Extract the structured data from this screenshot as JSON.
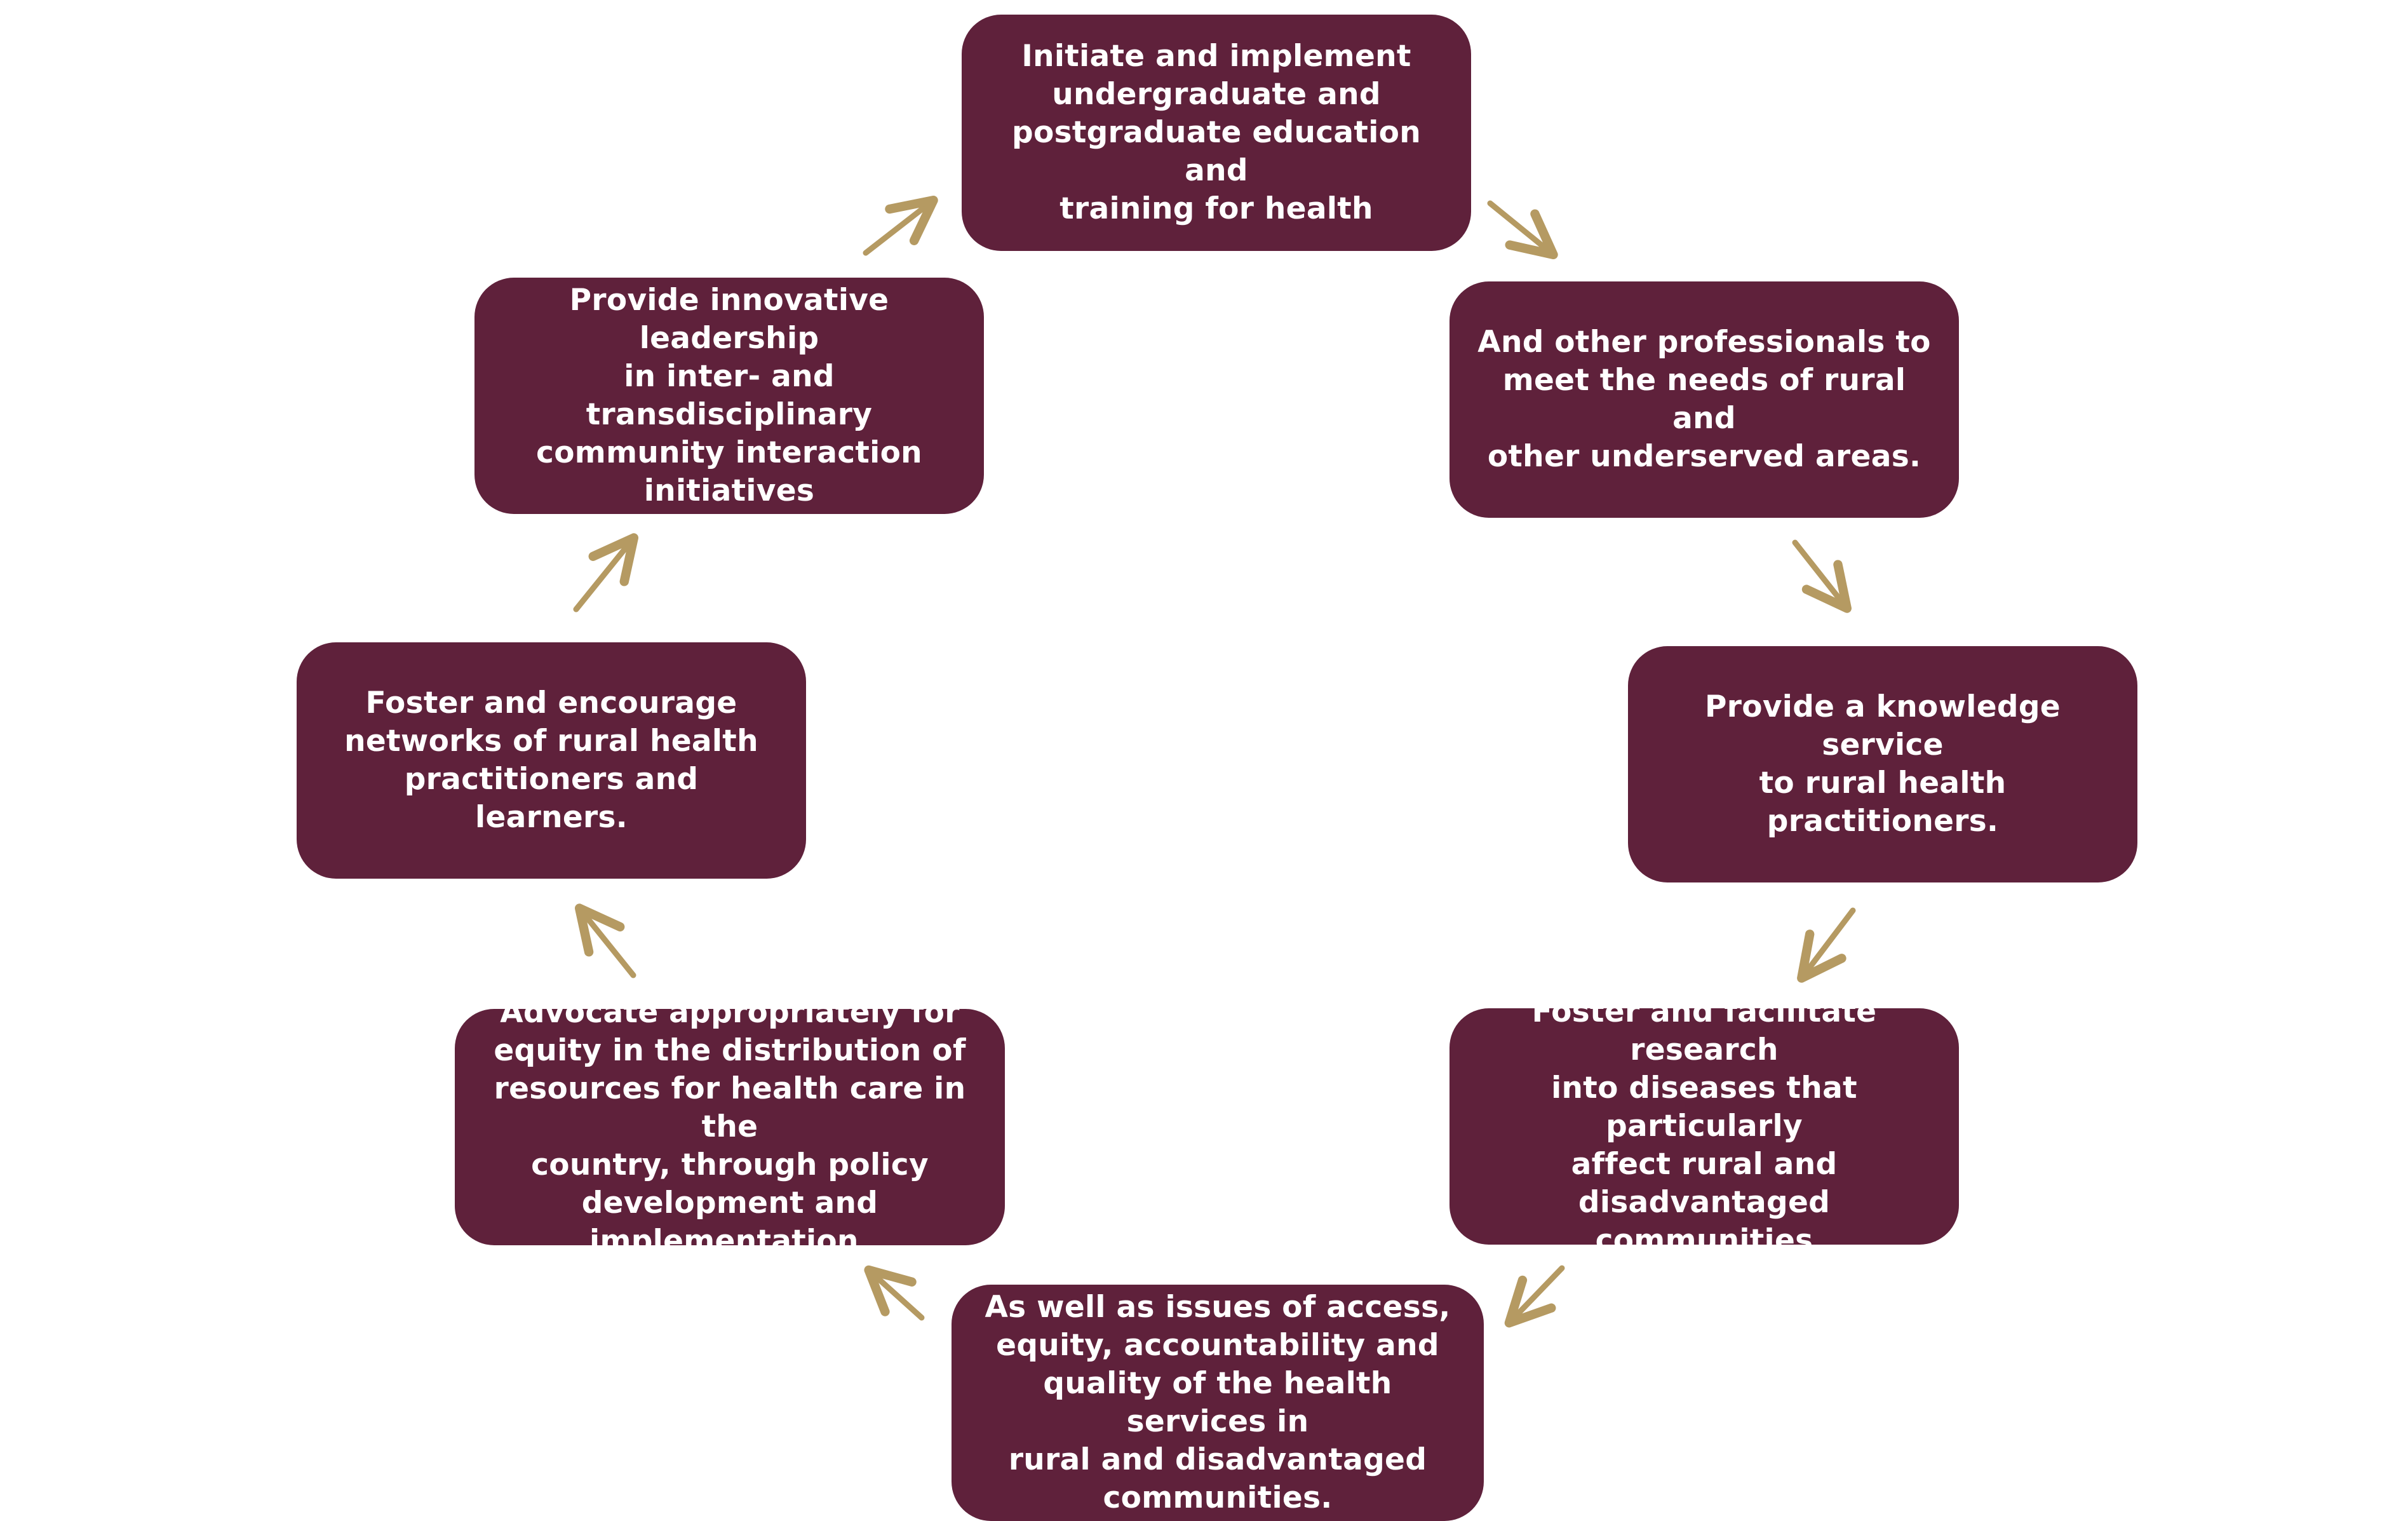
{
  "diagram": {
    "type": "cycle",
    "colors": {
      "box_fill": "#5f213b",
      "box_text": "#ffffff",
      "arrow": "#b59a62",
      "background": "#ffffff"
    },
    "steps": [
      {
        "text": "Initiate and implement\nundergraduate and\npostgraduate education and\ntraining for health"
      },
      {
        "text": "And other professionals to\nmeet the needs of rural and\nother underserved areas."
      },
      {
        "text": "Provide a knowledge service\nto rural health practitioners."
      },
      {
        "text": "Foster and facilitate research\ninto diseases that particularly\naffect rural and\ndisadvantaged communities"
      },
      {
        "text": "As well as issues of access,\nequity, accountability and\nquality of the health services in\nrural and disadvantaged\ncommunities."
      },
      {
        "text": "Advocate appropriately for\nequity in the distribution of\nresources for health care in the\ncountry, through policy\ndevelopment and\nimplementation."
      },
      {
        "text": "Foster and encourage\nnetworks of rural health\npractitioners and learners."
      },
      {
        "text": "Provide innovative leadership\nin inter- and transdisciplinary\ncommunity interaction\ninitiatives"
      }
    ],
    "arrow_icon": "arrow-icon"
  }
}
